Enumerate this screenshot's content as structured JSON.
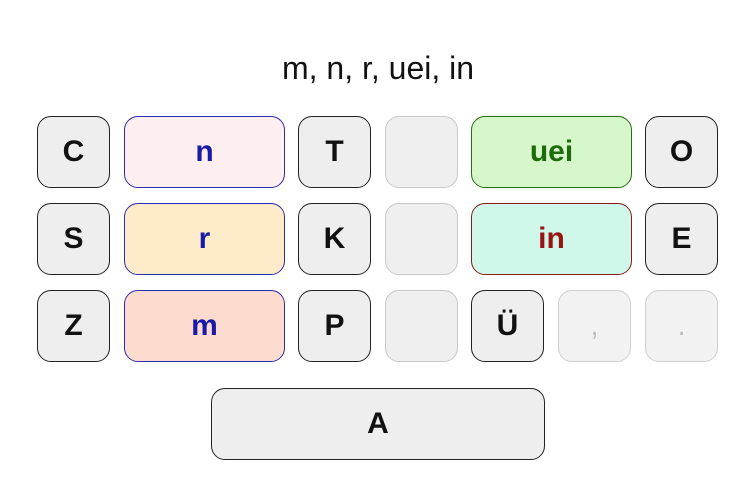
{
  "title": "m, n, r, uei, in",
  "keys": {
    "c": "C",
    "n": "n",
    "t": "T",
    "blank1": "",
    "uei": "uei",
    "o": "O",
    "s": "S",
    "r": "r",
    "k": "K",
    "blank2": "",
    "in": "in",
    "e": "E",
    "z": "Z",
    "m": "m",
    "p": "P",
    "blank3": "",
    "u_umlaut": "Ü",
    "comma": ",",
    "period": ".",
    "space": "A"
  },
  "colors": {
    "n_bg": "#fdeef0",
    "n_border": "#2b2bb0",
    "n_text": "#1a1aa8",
    "r_bg": "#fdebc9",
    "r_border": "#2b2bb0",
    "r_text": "#1a1aa8",
    "m_bg": "#fddccf",
    "m_border": "#2b2bb0",
    "m_text": "#1a1aa8",
    "uei_bg": "#d6f7c9",
    "uei_border": "#2a6a1a",
    "uei_text": "#1f6a0c",
    "in_bg": "#cff8ea",
    "in_border": "#8a1a1a",
    "in_text": "#9a1212"
  }
}
